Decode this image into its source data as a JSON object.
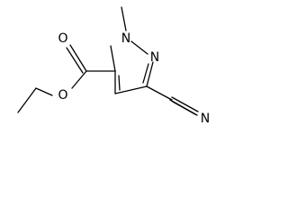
{
  "molecule": {
    "atoms": {
      "ring_n1": "N",
      "ring_n2": "N",
      "carbonyl_o": "O",
      "ester_o": "O",
      "nitrile_n": "N"
    }
  },
  "colors": {
    "bond": "#000000",
    "label": "#000000",
    "background": "#ffffff"
  }
}
